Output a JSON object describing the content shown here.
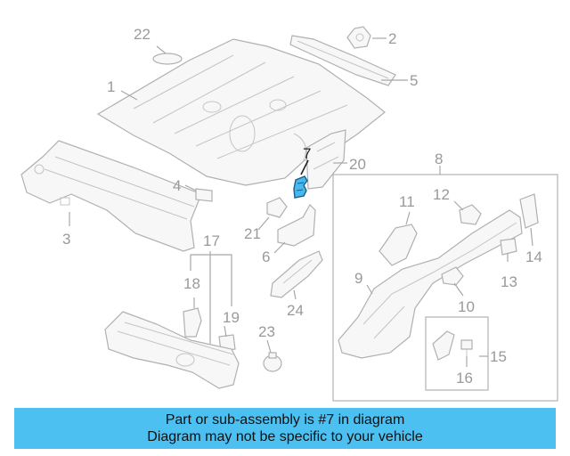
{
  "diagram": {
    "highlighted_part": "7",
    "callouts": [
      "1",
      "2",
      "3",
      "4",
      "5",
      "6",
      "7",
      "8",
      "9",
      "10",
      "11",
      "12",
      "13",
      "14",
      "15",
      "16",
      "17",
      "18",
      "19",
      "20",
      "21",
      "22",
      "23",
      "24"
    ]
  },
  "banner": {
    "line1": "Part or sub-assembly is #7 in diagram",
    "line2": "Diagram may not be specific to your vehicle",
    "color": "#4cc0f1"
  }
}
